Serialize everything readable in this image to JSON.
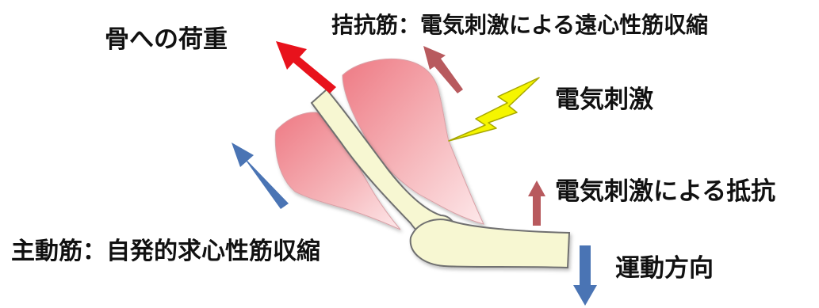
{
  "labels": {
    "bone_load": "骨への荷重",
    "antagonist": "拮抗筋：電気刺激による遠心性筋収縮",
    "electrical_stimulation": "電気刺激",
    "stimulation_resistance": "電気刺激による抵抗",
    "agonist": "主動筋：自発的求心性筋収縮",
    "movement_direction": "運動方向"
  },
  "colors": {
    "bone_load_arrow": "#e8121c",
    "antagonist_arrow": "#b85a5e",
    "agonist_arrow": "#4a74b4",
    "movement_arrow": "#4a74b4",
    "muscle": "#ee8088",
    "bone_fill": "#f7f7d2",
    "bone_outline": "#707070",
    "lightning": "#f5f500"
  },
  "icons": {
    "stimulation": "lightning-bolt-icon"
  }
}
